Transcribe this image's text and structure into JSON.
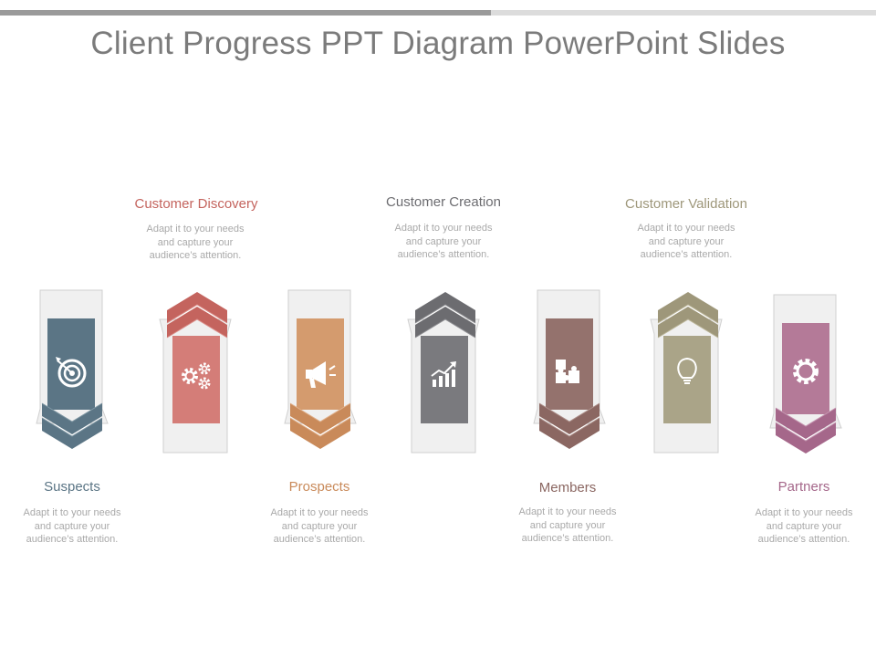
{
  "title": "Client Progress PPT Diagram PowerPoint Slides",
  "steps": [
    {
      "label": "Suspects",
      "desc": "Adapt it to your needs and capture your audience’s attention.",
      "icon": "target-icon",
      "color": "#5b7585",
      "position": "bottom"
    },
    {
      "label": "Customer Discovery",
      "desc": "Adapt it to your needs and capture your audience’s attention.",
      "icon": "gears-icon",
      "color": "#c4645e",
      "position": "top"
    },
    {
      "label": "Prospects",
      "desc": "Adapt it to your needs and capture your audience’s attention.",
      "icon": "megaphone-icon",
      "color": "#c98a5a",
      "position": "bottom"
    },
    {
      "label": "Customer Creation",
      "desc": "Adapt it to your needs and capture your audience’s attention.",
      "icon": "growth-chart-icon",
      "color": "#6c6c70",
      "position": "top"
    },
    {
      "label": "Members",
      "desc": "Adapt it to your needs and capture your audience’s attention.",
      "icon": "puzzle-icon",
      "color": "#8b6762",
      "position": "bottom"
    },
    {
      "label": "Customer Validation",
      "desc": "Adapt it to your needs and capture your audience’s attention.",
      "icon": "lightbulb-icon",
      "color": "#9e977a",
      "position": "top"
    },
    {
      "label": "Partners",
      "desc": "Adapt it to your needs and capture your audience’s attention.",
      "icon": "gear-icon",
      "color": "#a5678a",
      "position": "bottom"
    }
  ]
}
